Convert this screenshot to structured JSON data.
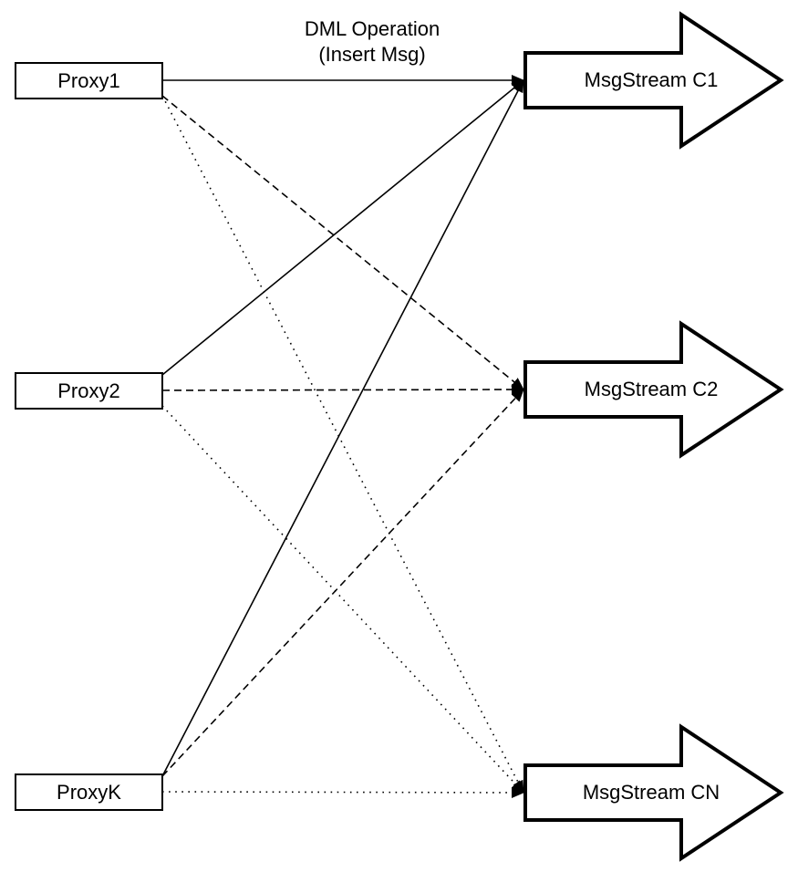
{
  "title": {
    "line1": "DML Operation",
    "line2": "(Insert Msg)"
  },
  "proxies": [
    {
      "id": "proxy1",
      "label": "Proxy1"
    },
    {
      "id": "proxy2",
      "label": "Proxy2"
    },
    {
      "id": "proxyk",
      "label": "ProxyK"
    }
  ],
  "streams": [
    {
      "id": "c1",
      "label": "MsgStream C1"
    },
    {
      "id": "c2",
      "label": "MsgStream C2"
    },
    {
      "id": "cn",
      "label": "MsgStream CN"
    }
  ],
  "edges": [
    {
      "from": "proxy1",
      "to": "c1",
      "style": "solid"
    },
    {
      "from": "proxy1",
      "to": "c2",
      "style": "dashed"
    },
    {
      "from": "proxy1",
      "to": "cn",
      "style": "dotted"
    },
    {
      "from": "proxy2",
      "to": "c1",
      "style": "solid"
    },
    {
      "from": "proxy2",
      "to": "c2",
      "style": "dashed"
    },
    {
      "from": "proxy2",
      "to": "cn",
      "style": "dotted"
    },
    {
      "from": "proxyk",
      "to": "c1",
      "style": "solid"
    },
    {
      "from": "proxyk",
      "to": "c2",
      "style": "dashed"
    },
    {
      "from": "proxyk",
      "to": "cn",
      "style": "dotted"
    }
  ],
  "colors": {
    "stroke": "#000000",
    "fill": "#ffffff"
  }
}
